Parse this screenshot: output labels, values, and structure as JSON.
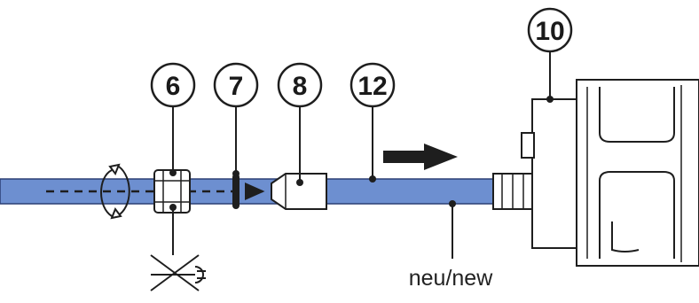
{
  "callouts": {
    "c6": "6",
    "c7": "7",
    "c8": "8",
    "c12": "12",
    "c10": "10"
  },
  "caption": "neu/new",
  "colors": {
    "tube": "#6d8fd0",
    "tube_edge": "#2b3f74",
    "line": "#1e1e1e",
    "background": "#ffffff"
  },
  "icons": {
    "rotation": "rotate-arrows-icon",
    "no_tool": "crossed-wrench-icon",
    "direction": "push-arrow-icon"
  }
}
